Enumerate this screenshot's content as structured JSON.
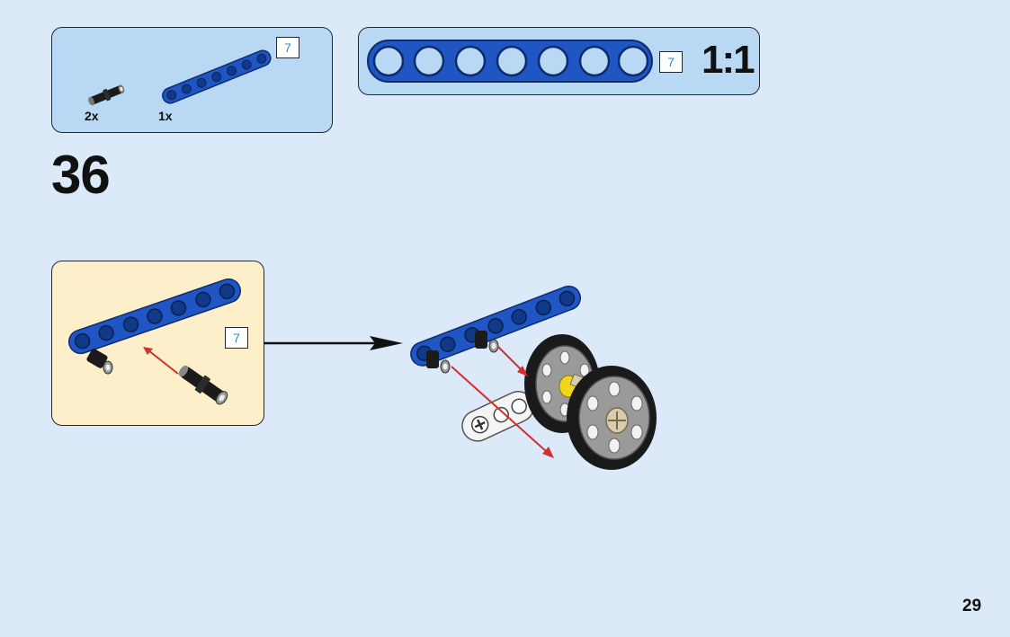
{
  "parts_list": {
    "items": [
      {
        "name": "black-friction-pin",
        "quantity": "2x"
      },
      {
        "name": "blue-beam",
        "quantity": "1x",
        "length": "7"
      }
    ]
  },
  "scale_check": {
    "length": "7",
    "scale_label": "1:1"
  },
  "step": {
    "number": "36"
  },
  "sub_assembly": {
    "length": "7"
  },
  "page": {
    "number": "29"
  },
  "colors": {
    "background": "#dce9f8",
    "panel_blue": "#b9d8f3",
    "panel_cream": "#fdefc9",
    "beam_blue": "#1f56c4",
    "arrow_red": "#d32f2f",
    "length_text": "#2792c8"
  }
}
